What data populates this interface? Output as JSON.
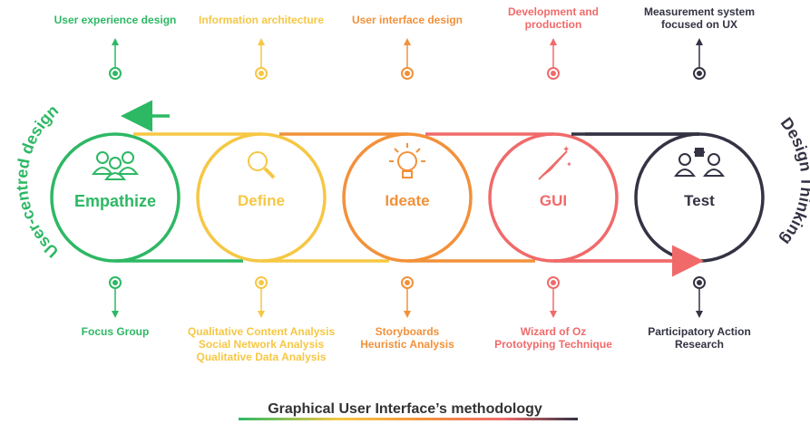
{
  "title": "Graphical User Interface’s methodology",
  "left_side_label": "User-centred design",
  "right_side_label": "Design Thinking",
  "colors": {
    "green": "#2DB864",
    "yellow": "#F6C744",
    "orange": "#F2913A",
    "red": "#F06A6A",
    "dark": "#333344"
  },
  "stages": [
    {
      "name": "Empathize",
      "icon": "people-group-icon",
      "color": "#2DB864",
      "top_label": [
        "User experience design"
      ],
      "bottom_label": [
        "Focus Group"
      ]
    },
    {
      "name": "Define",
      "icon": "magnifying-glass-icon",
      "color": "#F6C744",
      "top_label": [
        "Information architecture"
      ],
      "bottom_label": [
        "Qualitative Content Analysis",
        "Social Network Analysis",
        "Qualitative Data Analysis"
      ]
    },
    {
      "name": "Ideate",
      "icon": "light-bulb-icon",
      "color": "#F2913A",
      "top_label": [
        "User interface design"
      ],
      "bottom_label": [
        "Storyboards",
        "Heuristic Analysis"
      ]
    },
    {
      "name": "GUI",
      "icon": "rocket-icon",
      "color": "#F06A6A",
      "top_label": [
        "Development and",
        "production"
      ],
      "bottom_label": [
        "Wizard of Oz",
        "Prototyping Technique"
      ]
    },
    {
      "name": "Test",
      "icon": "connected-users-icon",
      "color": "#333344",
      "top_label": [
        "Measurement system",
        "focused on UX"
      ],
      "bottom_label": [
        "Participatory Action",
        "Research"
      ]
    }
  ]
}
